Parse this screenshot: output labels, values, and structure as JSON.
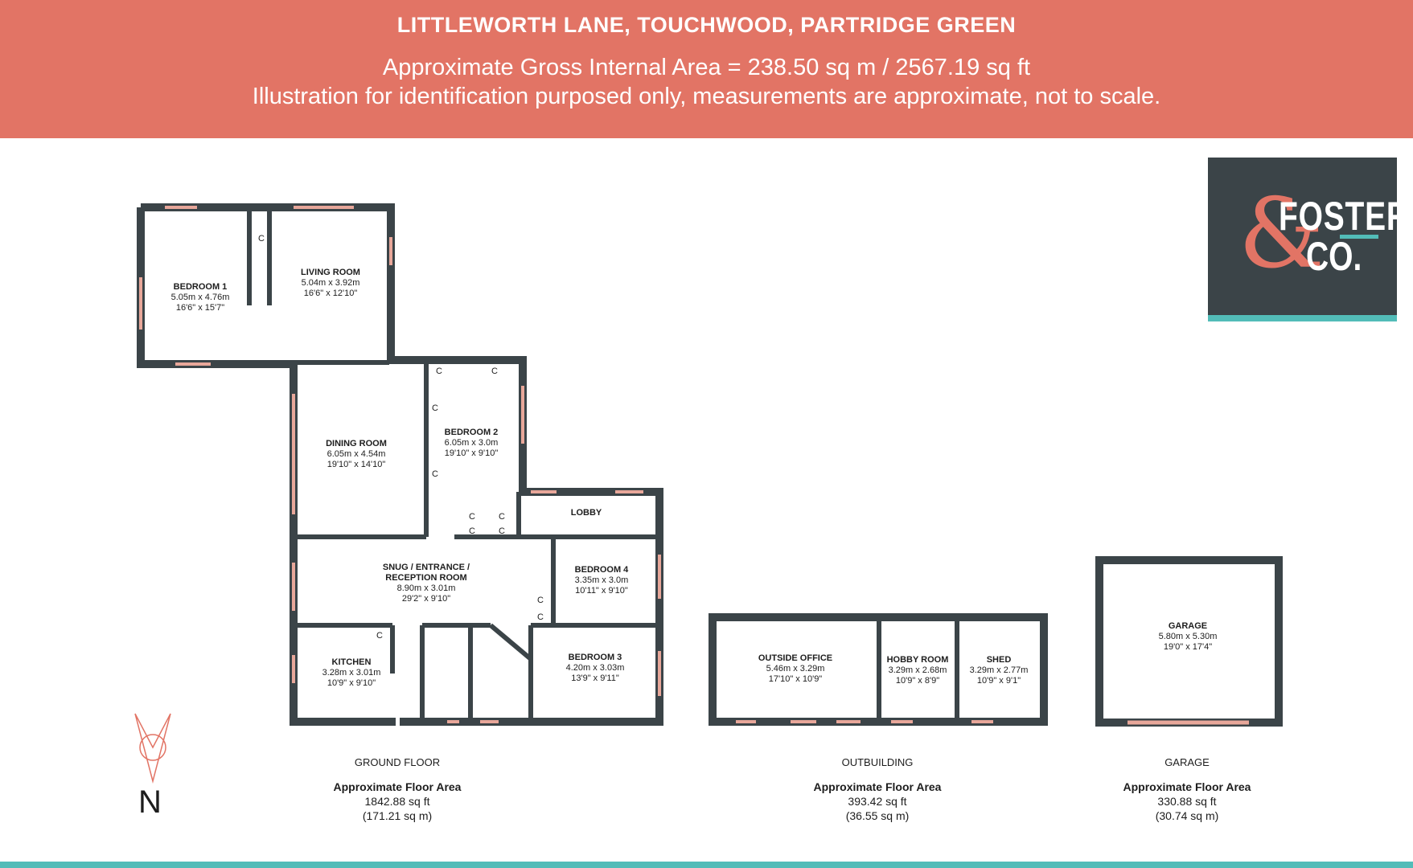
{
  "header": {
    "title": "LITTLEWORTH LANE, TOUCHWOOD, PARTRIDGE GREEN",
    "area_line": "Approximate Gross Internal Area = 238.50 sq m / 2567.19 sq ft",
    "disclaimer": "Illustration for identification purposed only, measurements are approximate, not to scale."
  },
  "logo": {
    "word1": "FOSTER",
    "word2": "CO.",
    "amp": "&",
    "bg_color": "#3b4448",
    "accent": "#52bcb8",
    "amp_color": "#e27465"
  },
  "colors": {
    "banner": "#e27465",
    "wall": "#3b4448",
    "window": "#e8a79a",
    "footer_line": "#52bcb8"
  },
  "cupboard_label": "C",
  "rooms": {
    "bedroom1": {
      "name": "BEDROOM 1",
      "metric": "5.05m x 4.76m",
      "imperial": "16'6\" x 15'7\""
    },
    "living": {
      "name": "LIVING ROOM",
      "metric": "5.04m x 3.92m",
      "imperial": "16'6\" x 12'10\""
    },
    "dining": {
      "name": "DINING ROOM",
      "metric": "6.05m x 4.54m",
      "imperial": "19'10\" x 14'10\""
    },
    "bedroom2": {
      "name": "BEDROOM 2",
      "metric": "6.05m x 3.0m",
      "imperial": "19'10\" x 9'10\""
    },
    "lobby": {
      "name": "LOBBY"
    },
    "snug": {
      "name1": "SNUG / ENTRANCE /",
      "name2": "RECEPTION ROOM",
      "metric": "8.90m x 3.01m",
      "imperial": "29'2\" x 9'10\""
    },
    "bedroom4": {
      "name": "BEDROOM 4",
      "metric": "3.35m x 3.0m",
      "imperial": "10'11\" x 9'10\""
    },
    "kitchen": {
      "name": "KITCHEN",
      "metric": "3.28m x 3.01m",
      "imperial": "10'9\" x 9'10\""
    },
    "bedroom3": {
      "name": "BEDROOM 3",
      "metric": "4.20m x 3.03m",
      "imperial": "13'9\" x 9'11\""
    },
    "office": {
      "name": "OUTSIDE OFFICE",
      "metric": "5.46m x 3.29m",
      "imperial": "17'10\" x 10'9\""
    },
    "hobby": {
      "name": "HOBBY ROOM",
      "metric": "3.29m x 2.68m",
      "imperial": "10'9\" x 8'9\""
    },
    "shed": {
      "name": "SHED",
      "metric": "3.29m x 2.77m",
      "imperial": "10'9\" x 9'1\""
    },
    "garage": {
      "name": "GARAGE",
      "metric": "5.80m x 5.30m",
      "imperial": "19'0\" x 17'4\""
    }
  },
  "captions": {
    "ground": {
      "section": "GROUND FLOOR",
      "heading": "Approximate Floor Area",
      "sqft": "1842.88 sq ft",
      "sqm": "(171.21 sq m)"
    },
    "outbuilding": {
      "section": "OUTBUILDING",
      "heading": "Approximate Floor Area",
      "sqft": "393.42 sq ft",
      "sqm": "(36.55 sq m)"
    },
    "garage": {
      "section": "GARAGE",
      "heading": "Approximate Floor Area",
      "sqft": "330.88 sq ft",
      "sqm": "(30.74 sq m)"
    }
  },
  "compass": {
    "label": "N"
  }
}
